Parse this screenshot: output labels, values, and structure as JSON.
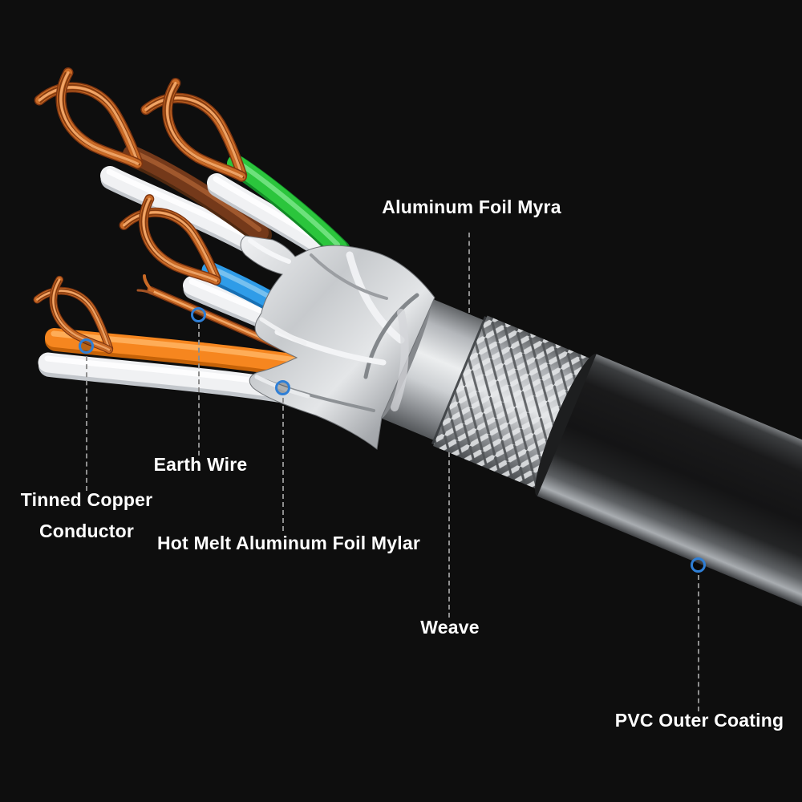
{
  "callouts": [
    {
      "id": "aluminum-foil-myra",
      "text": "Aluminum Foil Myra",
      "marker": false
    },
    {
      "id": "earth-wire",
      "text": "Earth Wire",
      "marker": true
    },
    {
      "id": "tinned-copper-conductor",
      "line1": "Tinned Copper",
      "line2": "Conductor",
      "marker": true
    },
    {
      "id": "hot-melt-aluminum-foil-mylar",
      "text": "Hot Melt Aluminum Foil Mylar",
      "marker": true
    },
    {
      "id": "weave",
      "text": "Weave",
      "marker": false
    },
    {
      "id": "pvc-outer-coating",
      "text": "PVC Outer Coating",
      "marker": true
    }
  ],
  "colors": {
    "background": "#0e0e0e",
    "text": "#ffffff",
    "accent": "#2f7fd6",
    "dash": "#8e8e8e",
    "copper": "#c96a26",
    "brown": "#74391a",
    "green": "#2bc53c",
    "blue": "#2f9ce8",
    "orange": "#f6861f",
    "white_wire": "#f0f1f3",
    "foil": "#c9ccd0",
    "braid": "#b9bcc0",
    "jacket": "#1a1b1c"
  }
}
